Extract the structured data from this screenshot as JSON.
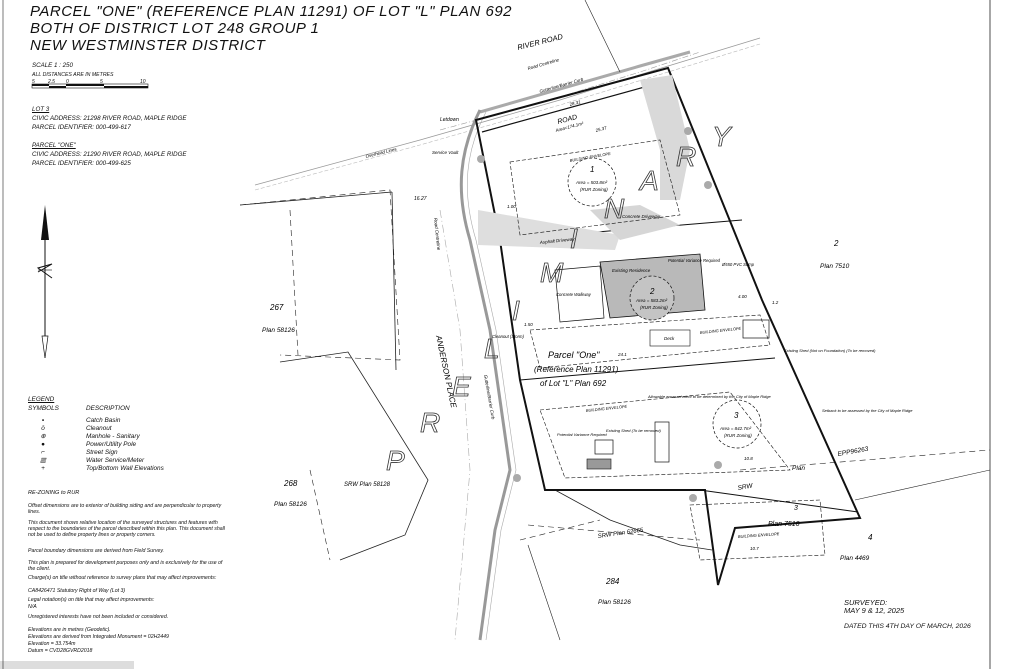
{
  "title": {
    "line1": "PARCEL \"ONE\" (REFERENCE PLAN 11291) OF LOT \"L\" PLAN 692",
    "line2": "BOTH OF DISTRICT LOT 248 GROUP 1",
    "line3": "NEW WESTMINSTER DISTRICT"
  },
  "scale": {
    "label": "SCALE   1 : 250",
    "units_note": "ALL DISTANCES ARE IN METRES",
    "ticks": [
      "5",
      "2.5",
      "0",
      "5",
      "10"
    ]
  },
  "lot3": {
    "heading": "LOT 3",
    "address": "CIVIC ADDRESS: 21298 RIVER ROAD, MAPLE RIDGE",
    "pid": "PARCEL IDENTIFIER: 000-499-617"
  },
  "parcel_one": {
    "heading": "PARCEL \"ONE\"",
    "address": "CIVIC ADDRESS: 21290 RIVER ROAD, MAPLE RIDGE",
    "pid": "PARCEL IDENTIFIER: 000-499-625"
  },
  "legend": {
    "heading": "LEGEND",
    "col_symbols": "SYMBOLS",
    "col_description": "DESCRIPTION",
    "items": [
      {
        "symbol": "▪",
        "label": "Catch Basin"
      },
      {
        "symbol": "ō",
        "label": "Cleanout"
      },
      {
        "symbol": "⊕",
        "label": "Manhole - Sanitary"
      },
      {
        "symbol": "●",
        "label": "Power/Utility Pole"
      },
      {
        "symbol": "⌐",
        "label": "Street Sign"
      },
      {
        "symbol": "▥",
        "label": "Water Service/Meter"
      },
      {
        "symbol": "+",
        "label": "Top/Bottom Wall Elevations"
      }
    ]
  },
  "notes": {
    "rezoning": "RE-ZONING to RUR",
    "offset": "Offset dimensions are to exterior of building siding and are perpendicular to property lines.",
    "relative": "This document shows relative location of the surveyed structures and features with respect to the boundaries of the parcel described within this plan. This document shall not be used to define property lines or property corners.",
    "boundary": "Parcel boundary dimensions are derived from Field Survey.",
    "prepared": "This plan is prepared for development purposes only and is exclusively for the use of the client.",
    "charges_title": "Charge(s) on title without reference to survey plans that may affect improvements:",
    "charges_item": "CA8426471   Statutory Right of Way (Lot 3)",
    "legal_title": "Legal notation(s) on title that may affect improvements:",
    "legal_item": "N/A",
    "unregistered": "Unregistered interests have not been included or considered.",
    "elev1": "Elevations are in metres (Geodetic).",
    "elev2": "Elevations are derived from Integrated Monument = 02H2449",
    "elev3": "Elevation = 33.754m",
    "elev4": "Datum = CVD28GVRD2018"
  },
  "map_labels": {
    "river_road": "RIVER ROAD",
    "road_centreline": "Road Centreline",
    "gutter": "Gutterline/Barrier Curb",
    "road": "ROAD",
    "road_area": "Area=174.1m²",
    "overhead_lines": "Overhead Lines",
    "letdown": "Letdown",
    "service_vault": "Service Vault",
    "anderson_place": "ANDERSON PLACE",
    "road_centreline_v": "Road Centreline",
    "gutter_v": "Gutterline/Barrier Curb",
    "dim_16_27": "16.27",
    "lot267": "267",
    "plan58126_a": "Plan 58126",
    "lot268": "268",
    "plan58126_b": "Plan 58126",
    "srw58128": "SRW Plan 58128",
    "lot284": "284",
    "plan58126_c": "Plan 58126",
    "srw62665": "SRW Plan 62665",
    "lot2": "2",
    "plan7510_a": "Plan 7510",
    "lot4": "4",
    "plan4469": "Plan 4469",
    "epp": "EPP96263",
    "plan_lbl": "Plan",
    "srw": "SRW",
    "plan7510_b": "Plan 7510",
    "lot3_num": "3",
    "prel": [
      "P",
      "R",
      "E",
      "L",
      "I",
      "M",
      "I",
      "N",
      "A",
      "R",
      "Y"
    ],
    "area1_num": "1",
    "area1": "Area = 503.8m²",
    "area1_zone": "(RUR Zoning)",
    "area2_num": "2",
    "area2": "Area = 583.2m²",
    "area2_zone": "(RUR Zoning)",
    "area3_num": "3",
    "area3": "Area = 842.7m²",
    "area3_zone": "(RUR Zoning)",
    "parcel_one_center1": "Parcel \"One\"",
    "parcel_one_center2": "(Reference Plan 11291)",
    "parcel_one_center3": "of Lot \"L\" Plan 692",
    "existing_residence": "Existing Residence",
    "potential_variance": "Potential Variance Required",
    "concrete_driveway": "Concrete Driveway",
    "asphalt_driveway": "Asphalt Driveway",
    "building_envelope": "BUILDING ENVELOPE",
    "pvc_sump": "Ø550 PVC Sump",
    "cleanout_storm": "Cleanout (Storm)",
    "concrete_walkway": "Concrete Walkway",
    "deck": "Deck",
    "existing_shed": "Existing Shed (Not on Foundation) (To be removed)",
    "existing_shed2": "Existing Shed (To be removed)",
    "potential_variance2": "Potential Variance Required",
    "allowable": "Allowable encroachment to be determined by the City of Maple Ridge",
    "setback": "Setback to be assessed by the City of Maple Ridge",
    "dim_1_00": "1.00",
    "dim_28_31": "28.31",
    "dim_25_37": "25.37",
    "dim_24_1": "24.1",
    "dim_10_8": "10.8",
    "dim_10_7": "10.7",
    "dim_1_50": "1.50",
    "dim_4_00": "4.00",
    "dim_1_2": "1.2"
  },
  "survey": {
    "surveyed_label": "SURVEYED:",
    "surveyed_dates": "MAY 9 & 12, 2025",
    "dated": "DATED THIS 4TH DAY OF MARCH, 2026"
  },
  "colors": {
    "line": "#111111",
    "grey_fill": "#bdbdbd",
    "light_grey": "#e2e2e2",
    "dim_grey": "#9a9a9a"
  }
}
